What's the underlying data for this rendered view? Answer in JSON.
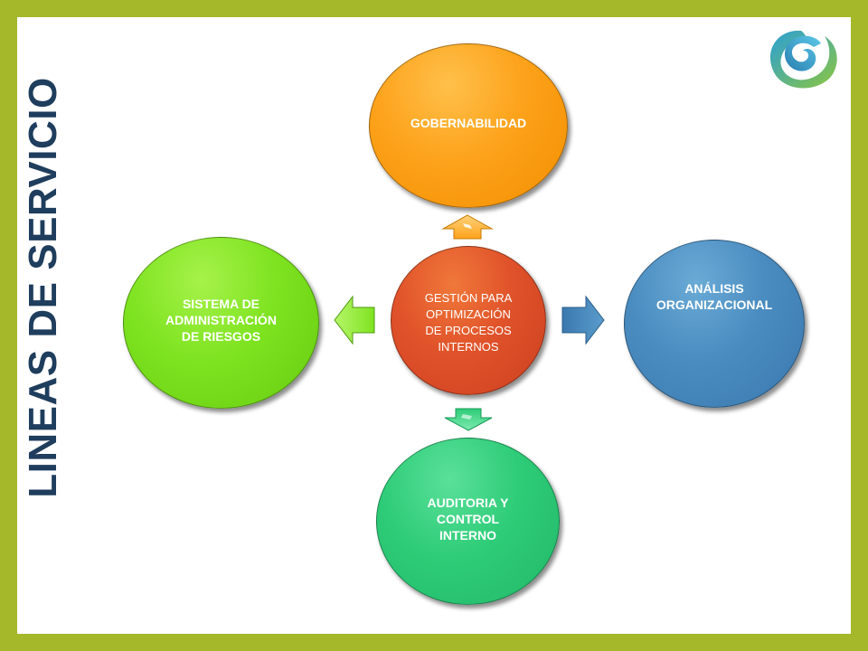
{
  "side_title": "LINEAS DE SERVICIO",
  "center": {
    "lines": [
      "GESTIÓN PARA",
      "OPTIMIZACIÓN",
      "DE PROCESOS",
      "INTERNOS"
    ]
  },
  "top": {
    "lines": [
      "GOBERNABILIDAD"
    ]
  },
  "left": {
    "lines": [
      "SISTEMA DE",
      "ADMINISTRACIÓN",
      "DE RIESGOS"
    ]
  },
  "right": {
    "lines": [
      "ANÁLISIS",
      "ORGANIZACIONAL"
    ]
  },
  "bottom": {
    "lines": [
      "AUDITORIA Y",
      "CONTROL",
      "INTERNO"
    ]
  },
  "colors": {
    "frame": "#a4b82a",
    "title": "#1f3d5c",
    "top": "#fda21b",
    "left": "#7ee320",
    "center": "#e0522a",
    "right": "#4a8cc0",
    "bottom": "#2ecc78"
  },
  "logo_icon": "swirl-logo"
}
